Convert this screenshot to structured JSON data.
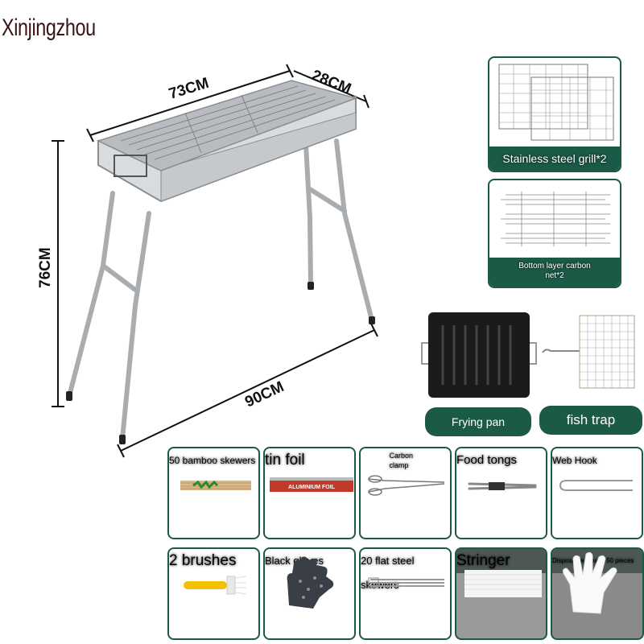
{
  "brand": "Xinjingzhou",
  "dimensions": {
    "length": "73CM",
    "width": "28CM",
    "height": "76CM",
    "diagonal": "90CM"
  },
  "accessories": {
    "grill": "Stainless steel grill*2",
    "bottom_net": "Bottom layer carbon net*2",
    "frying_pan": "Frying pan",
    "fish_trap": "fish trap"
  },
  "items_row1": [
    {
      "label": "50 bamboo skewers",
      "icon": "bamboo-skewers-icon"
    },
    {
      "label": "tin foil",
      "icon": "tin-foil-icon"
    },
    {
      "label": "Carbon clamp",
      "icon": "carbon-clamp-icon"
    },
    {
      "label": "Food tongs",
      "icon": "food-tongs-icon"
    },
    {
      "label": "Web Hook",
      "icon": "web-hook-icon"
    }
  ],
  "items_row2": [
    {
      "label": "2 brushes",
      "icon": "brush-icon"
    },
    {
      "label": "Black gloves",
      "icon": "black-gloves-icon"
    },
    {
      "label": "20 flat steel skewers",
      "icon": "flat-skewers-icon"
    },
    {
      "label": "Stringer",
      "icon": "stringer-icon"
    },
    {
      "label": "Disposable gloves 50 pieces",
      "icon": "disposable-gloves-icon"
    }
  ],
  "foil_text": "ALUMINIUM FOIL",
  "colors": {
    "accent": "#1c5a48",
    "brand": "#3a1414"
  }
}
